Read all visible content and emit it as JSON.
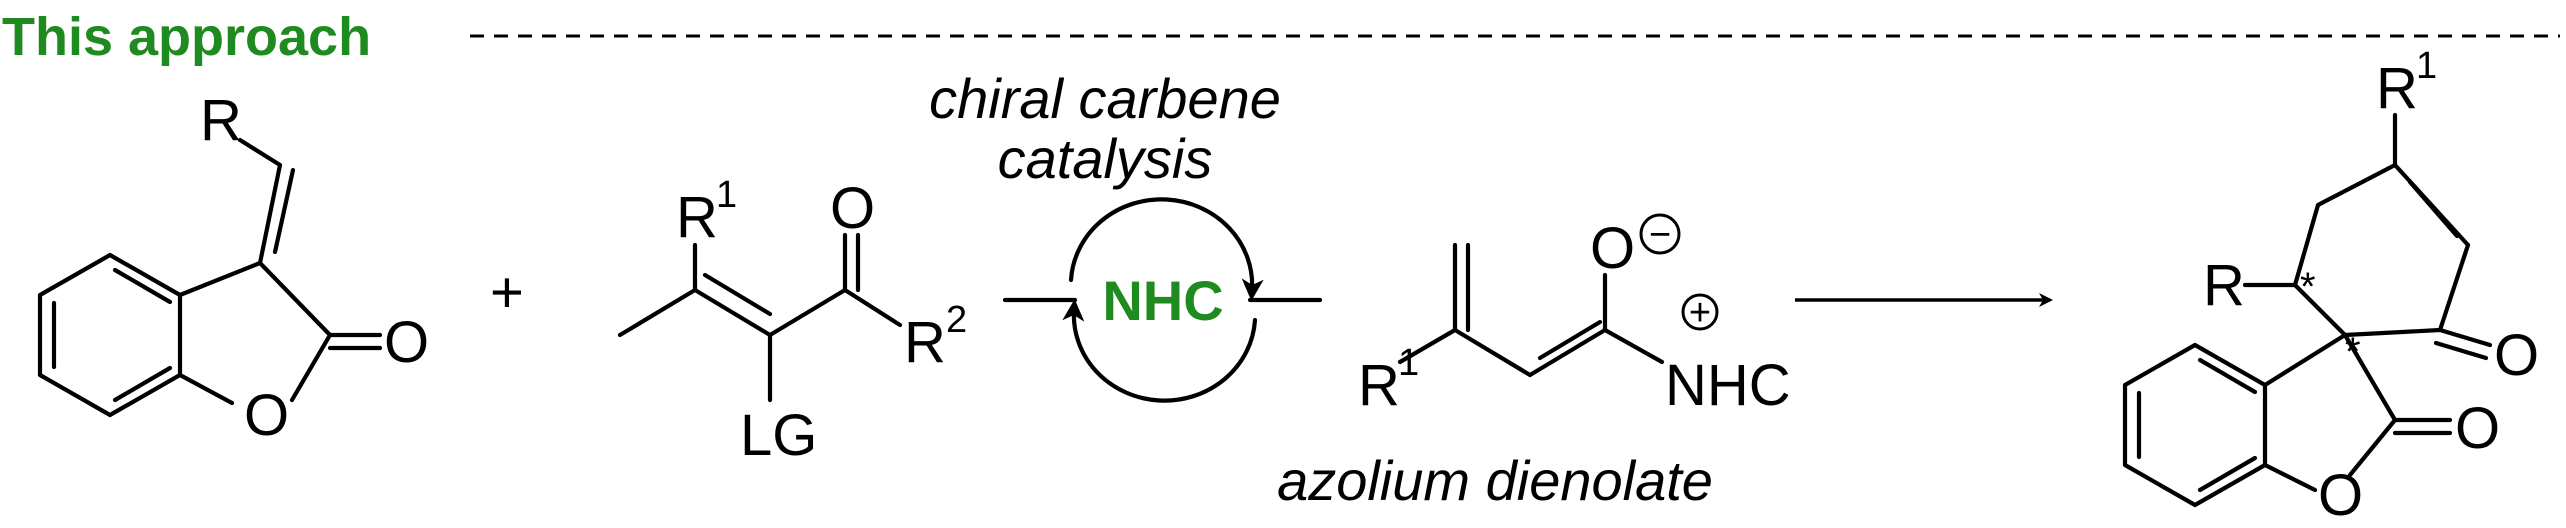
{
  "title": "This approach",
  "plus": "+",
  "substrate1": {
    "r": "R",
    "o_carbonyl": "O",
    "o_ring": "O"
  },
  "substrate2": {
    "r1_base": "R",
    "r1_sup": "1",
    "o": "O",
    "r2_base": "R",
    "r2_sup": "2",
    "lg": "LG"
  },
  "catalysis": {
    "line1": "chiral carbene",
    "line2": "catalysis",
    "nhc": "NHC"
  },
  "intermediate": {
    "o": "O",
    "minus": "−",
    "plus": "+",
    "nhc": "NHC",
    "r1_base": "R",
    "r1_sup": "1",
    "caption": "azolium dienolate"
  },
  "product": {
    "r1_base": "R",
    "r1_sup": "1",
    "r": "R",
    "star": "*",
    "o_ketone": "O",
    "o_lactone": "O",
    "o_ring": "O"
  },
  "colors": {
    "accent": "#1f8a1f",
    "ink": "#000000"
  }
}
